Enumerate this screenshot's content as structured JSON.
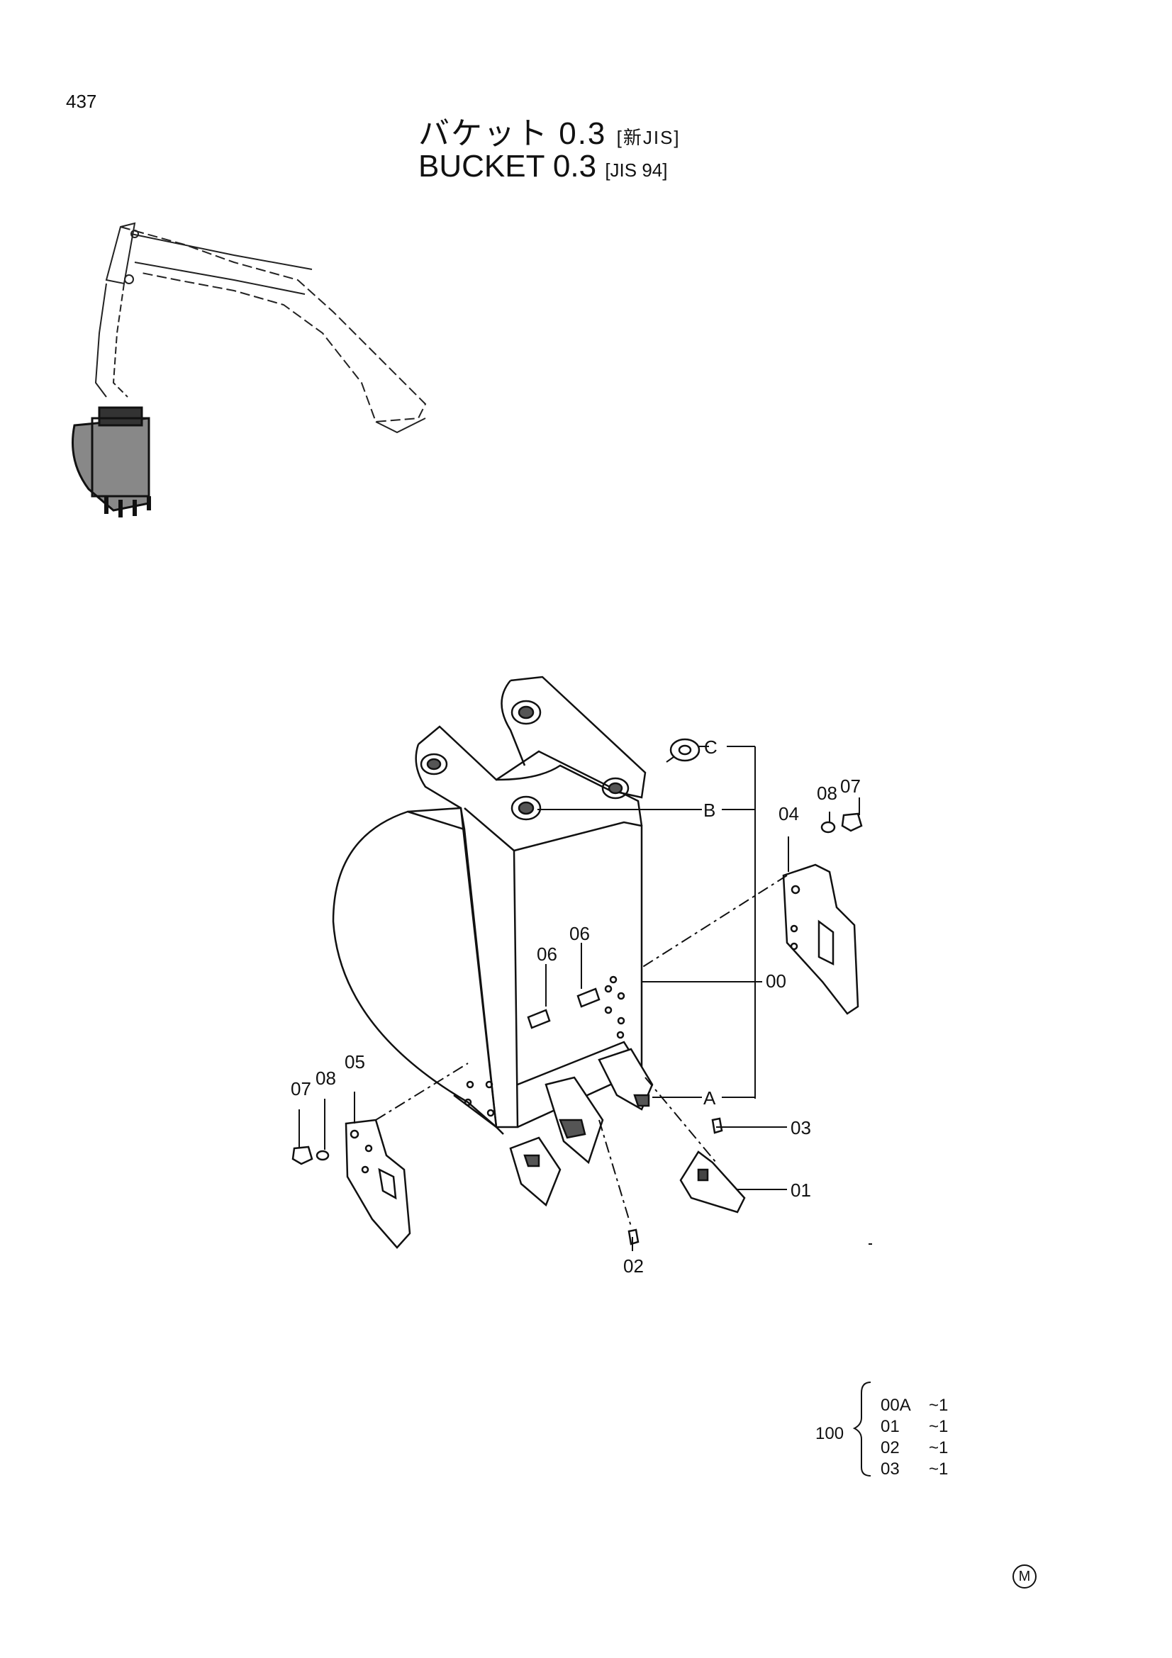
{
  "page_number": "437",
  "title": {
    "jp_main": "バケット 0.3",
    "jp_tag": "[新JIS]",
    "en_main": "BUCKET 0.3",
    "en_tag": "[JIS 94]"
  },
  "callouts": {
    "A": "A",
    "B": "B",
    "C": "C",
    "p00": "00",
    "p01": "01",
    "p02": "02",
    "p03": "03",
    "p04": "04",
    "p05": "05",
    "p06a": "06",
    "p06b": "06",
    "p07a": "07",
    "p07b": "07",
    "p08a": "08",
    "p08b": "08"
  },
  "kit": {
    "number": "100",
    "rows": [
      {
        "part": "00A",
        "qty": "~1"
      },
      {
        "part": "01",
        "qty": "~1"
      },
      {
        "part": "02",
        "qty": "~1"
      },
      {
        "part": "03",
        "qty": "~1"
      }
    ]
  },
  "footer_mark": "M"
}
